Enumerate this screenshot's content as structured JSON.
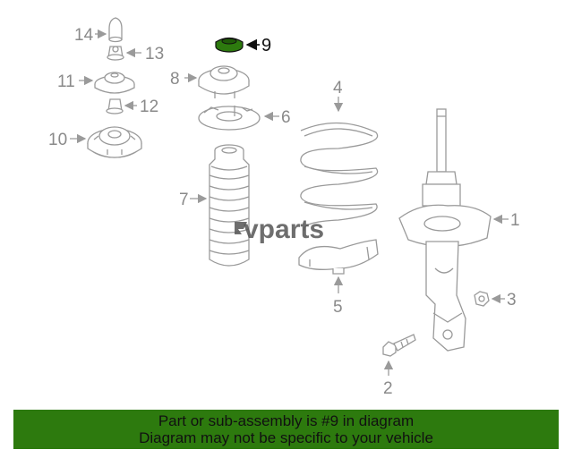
{
  "diagram": {
    "callouts": [
      "1",
      "2",
      "3",
      "4",
      "5",
      "6",
      "7",
      "8",
      "9",
      "10",
      "11",
      "12",
      "13",
      "14"
    ],
    "highlighted_part": "9",
    "highlight_color": "#2d7a0e",
    "watermark": "vparts"
  },
  "banner": {
    "line1": "Part or sub-assembly is #9 in diagram",
    "line2": "Diagram may not be specific to your vehicle",
    "background": "#2d7a0e"
  }
}
